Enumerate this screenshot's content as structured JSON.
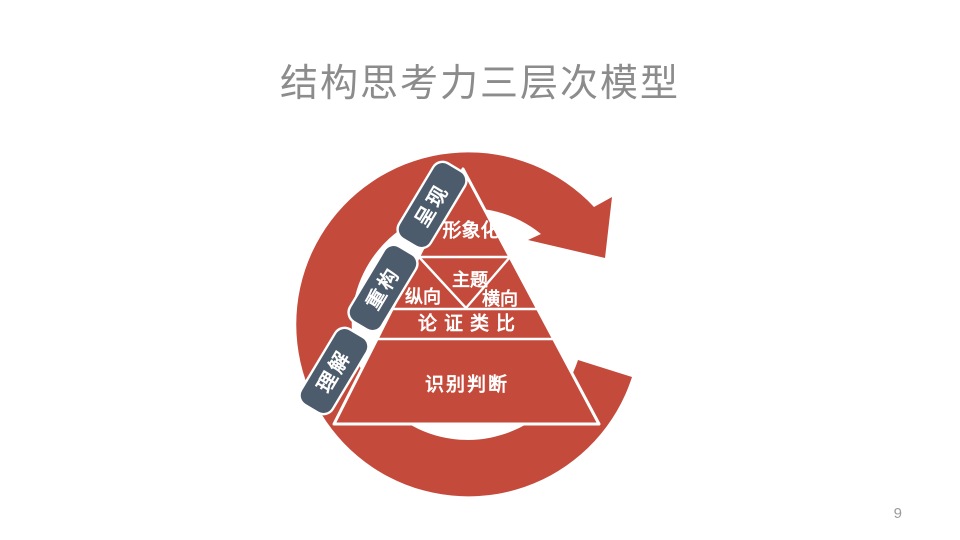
{
  "slide": {
    "title": "结构思考力三层次模型",
    "page_number": "9"
  },
  "diagram": {
    "cycle_arrow": {
      "icon": "clockwise-cycle-arrow",
      "color": "#C44B3C"
    },
    "pyramid": {
      "level1_label": "形象化",
      "level2_center_label": "主题",
      "level2_left_label": "纵向",
      "level2_right_label": "横向",
      "level3_label": "论证类比",
      "level4_label": "识别判断"
    },
    "stage_pills": [
      {
        "label": "呈现"
      },
      {
        "label": "重构"
      },
      {
        "label": "理解"
      }
    ]
  },
  "colors": {
    "arrow_red": "#C44B3C",
    "pill_slate": "#4D5C6C",
    "title_gray": "#8C8C8C",
    "page_number_gray": "#9B9B9B",
    "pyramid_text_white": "#FFFFFF",
    "background_white": "#FFFFFF"
  }
}
